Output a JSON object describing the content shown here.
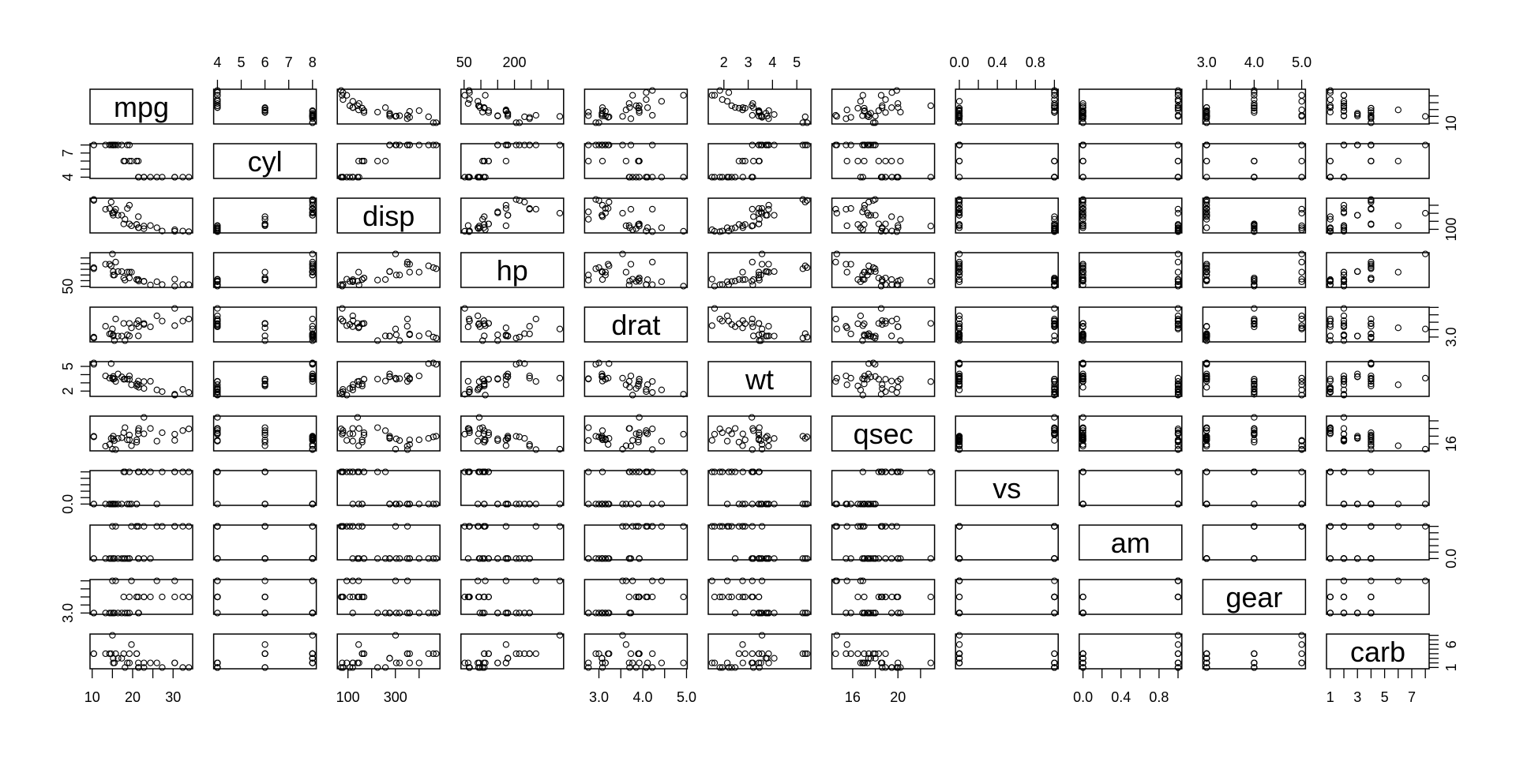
{
  "chart_data": {
    "type": "scatter",
    "subtype": "pairs-matrix",
    "title": "",
    "variables": [
      "mpg",
      "cyl",
      "disp",
      "hp",
      "drat",
      "wt",
      "qsec",
      "vs",
      "am",
      "gear",
      "carb"
    ],
    "series": {
      "mpg": [
        21,
        21,
        22.8,
        21.4,
        18.7,
        18.1,
        14.3,
        24.4,
        22.8,
        19.2,
        17.8,
        16.4,
        17.3,
        15.2,
        10.4,
        10.4,
        14.7,
        32.4,
        30.4,
        33.9,
        21.5,
        15.5,
        15.2,
        13.3,
        19.2,
        27.3,
        26,
        30.4,
        15.8,
        19.7,
        15,
        21.4
      ],
      "cyl": [
        6,
        6,
        4,
        6,
        8,
        6,
        8,
        4,
        4,
        6,
        6,
        8,
        8,
        8,
        8,
        8,
        8,
        4,
        4,
        4,
        4,
        8,
        8,
        8,
        8,
        4,
        4,
        4,
        8,
        6,
        8,
        4
      ],
      "disp": [
        160,
        160,
        108,
        258,
        360,
        225,
        360,
        146.7,
        140.8,
        167.6,
        167.6,
        275.8,
        275.8,
        275.8,
        472,
        460,
        440,
        78.7,
        75.7,
        71.1,
        120.1,
        318,
        304,
        350,
        400,
        79,
        120.3,
        95.1,
        351,
        145,
        301,
        121
      ],
      "hp": [
        110,
        110,
        93,
        110,
        175,
        105,
        245,
        62,
        95,
        123,
        123,
        180,
        180,
        180,
        205,
        215,
        230,
        66,
        52,
        65,
        97,
        150,
        150,
        245,
        175,
        66,
        91,
        113,
        264,
        175,
        335,
        109
      ],
      "drat": [
        3.9,
        3.9,
        3.85,
        3.08,
        3.15,
        2.76,
        3.21,
        3.69,
        3.92,
        3.92,
        3.92,
        3.07,
        3.07,
        3.07,
        2.93,
        3,
        3.23,
        4.08,
        4.93,
        4.22,
        3.7,
        2.76,
        3.15,
        3.73,
        3.08,
        4.08,
        4.43,
        3.77,
        4.22,
        3.62,
        3.54,
        4.11
      ],
      "wt": [
        2.62,
        2.875,
        2.32,
        3.215,
        3.44,
        3.46,
        3.57,
        3.19,
        3.15,
        3.44,
        3.44,
        4.07,
        3.73,
        3.78,
        5.25,
        5.424,
        5.345,
        2.2,
        1.615,
        1.835,
        2.465,
        3.52,
        3.435,
        3.84,
        3.845,
        1.935,
        2.14,
        1.513,
        3.17,
        2.77,
        3.57,
        2.78
      ],
      "qsec": [
        16.46,
        17.02,
        18.61,
        19.44,
        17.02,
        20.22,
        15.84,
        20,
        22.9,
        18.3,
        18.9,
        17.4,
        17.6,
        18,
        17.98,
        17.82,
        17.42,
        19.47,
        18.52,
        19.9,
        20.01,
        16.87,
        17.3,
        15.41,
        17.05,
        18.9,
        16.7,
        16.9,
        14.5,
        15.5,
        14.6,
        18.6
      ],
      "vs": [
        0,
        0,
        1,
        1,
        0,
        1,
        0,
        1,
        1,
        1,
        1,
        0,
        0,
        0,
        0,
        0,
        0,
        1,
        1,
        1,
        1,
        0,
        0,
        0,
        0,
        1,
        0,
        1,
        0,
        0,
        0,
        1
      ],
      "am": [
        1,
        1,
        1,
        0,
        0,
        0,
        0,
        0,
        0,
        0,
        0,
        0,
        0,
        0,
        0,
        0,
        0,
        1,
        1,
        1,
        0,
        0,
        0,
        0,
        0,
        1,
        1,
        1,
        1,
        1,
        1,
        1
      ],
      "gear": [
        4,
        4,
        4,
        3,
        3,
        3,
        3,
        4,
        4,
        4,
        4,
        3,
        3,
        3,
        3,
        3,
        3,
        4,
        4,
        4,
        3,
        3,
        3,
        3,
        3,
        4,
        5,
        5,
        5,
        5,
        5,
        4
      ],
      "carb": [
        4,
        4,
        1,
        1,
        2,
        1,
        4,
        2,
        2,
        4,
        4,
        3,
        3,
        3,
        4,
        4,
        4,
        1,
        2,
        1,
        1,
        2,
        2,
        4,
        2,
        1,
        2,
        2,
        4,
        6,
        8,
        2
      ]
    },
    "axes": {
      "mpg": {
        "ticks": [
          10,
          15,
          20,
          25,
          30
        ],
        "labels_h": [
          "10",
          "20",
          "30"
        ],
        "labels_v": [
          "10"
        ]
      },
      "cyl": {
        "ticks": [
          4,
          5,
          6,
          7,
          8
        ],
        "labels_h": [
          "4",
          "5",
          "6",
          "7",
          "8"
        ],
        "labels_v": [
          "4",
          "7"
        ]
      },
      "disp": {
        "ticks": [
          100,
          200,
          300,
          400
        ],
        "labels_h": [
          "100",
          "300"
        ],
        "labels_v": [
          "100"
        ]
      },
      "hp": {
        "ticks": [
          50,
          100,
          150,
          200,
          250,
          300
        ],
        "labels_h": [
          "50",
          "200"
        ],
        "labels_v": [
          "50"
        ]
      },
      "drat": {
        "ticks": [
          3.0,
          3.5,
          4.0,
          4.5,
          5.0
        ],
        "labels_h": [
          "3.0",
          "4.0",
          "5.0"
        ],
        "labels_v": [
          "3.0"
        ]
      },
      "wt": {
        "ticks": [
          2,
          3,
          4,
          5
        ],
        "labels_h": [
          "2",
          "3",
          "4",
          "5"
        ],
        "labels_v": [
          "2",
          "5"
        ]
      },
      "qsec": {
        "ticks": [
          16,
          18,
          20,
          22
        ],
        "labels_h": [
          "16",
          "20"
        ],
        "labels_v": [
          "16"
        ]
      },
      "vs": {
        "ticks": [
          0,
          0.2,
          0.4,
          0.6,
          0.8,
          1.0
        ],
        "labels_h": [
          "0.0",
          "0.4",
          "0.8"
        ],
        "labels_v": [
          "0.0"
        ]
      },
      "am": {
        "ticks": [
          0,
          0.2,
          0.4,
          0.6,
          0.8,
          1.0
        ],
        "labels_h": [
          "0.0",
          "0.4",
          "0.8"
        ],
        "labels_v": [
          "0.0"
        ]
      },
      "gear": {
        "ticks": [
          3.0,
          3.5,
          4.0,
          4.5,
          5.0
        ],
        "labels_h": [
          "3.0",
          "4.0",
          "5.0"
        ],
        "labels_v": [
          "3.0"
        ]
      },
      "carb": {
        "ticks": [
          1,
          2,
          3,
          4,
          5,
          6,
          7,
          8
        ],
        "labels_h": [
          "1",
          "3",
          "5",
          "7"
        ],
        "labels_v": [
          "1",
          "6"
        ]
      }
    },
    "grid": false,
    "legend": "none"
  }
}
